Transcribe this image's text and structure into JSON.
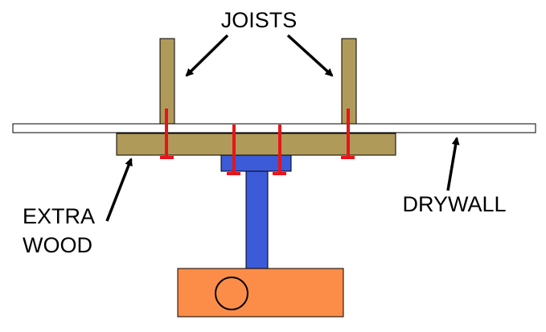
{
  "labels": {
    "joists": "JOISTS",
    "drywall": "DRYWALL",
    "extra_wood_line1": "EXTRA",
    "extra_wood_line2": "WOOD"
  },
  "colors": {
    "wood": "#b09a5a",
    "drywall": "#ffffff",
    "screw": "#e8141a",
    "mount": "#3b5bd9",
    "box": "#fb8d48",
    "outline": "#000000"
  }
}
